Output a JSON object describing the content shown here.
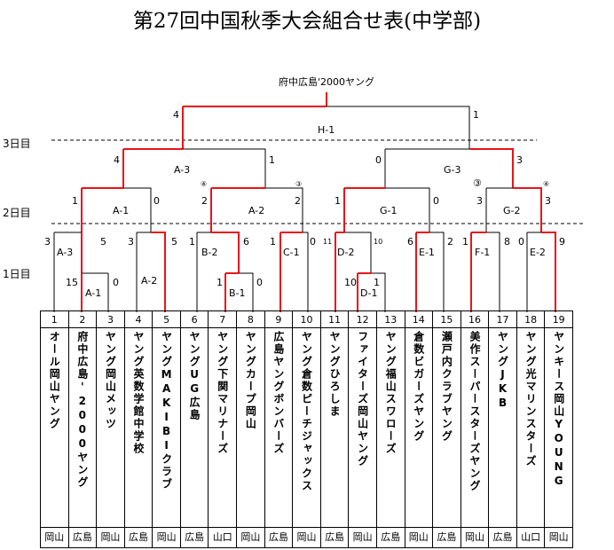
{
  "title": "第27回中国秋季大会組合せ表(中学部)",
  "champion": "府中広島'2000ヤング",
  "day_labels": [
    "3日目",
    "2日目",
    "1日目"
  ],
  "matches": {
    "H1": {
      "label": "H-1",
      "left": "4",
      "right": "1"
    },
    "A3top": {
      "label": "A-3",
      "left": "4",
      "right": "1"
    },
    "G3": {
      "label": "G-3",
      "left": "0",
      "right": "3"
    },
    "A1": {
      "label": "A-1",
      "left": "1",
      "right": "0"
    },
    "A2": {
      "label": "A-2",
      "left": "2",
      "right": "2",
      "left_mark": "④",
      "right_mark": "③"
    },
    "G1": {
      "label": "G-1",
      "left": "1",
      "right": "0"
    },
    "G2": {
      "label": "G-2",
      "left": "3",
      "right": "3",
      "left_mark": "③",
      "right_mark": "④"
    },
    "A3": {
      "label": "A-3",
      "left": "3",
      "right": "5"
    },
    "A1r1": {
      "label": "A-1",
      "left": "15",
      "right": "0"
    },
    "A2r1": {
      "label": "A-2",
      "left": "3",
      "right": "5"
    },
    "B2": {
      "label": "B-2",
      "left": "1",
      "right": "6"
    },
    "B1": {
      "label": "B-1",
      "left": "1",
      "right": "0"
    },
    "C1": {
      "label": "C-1",
      "left": "1",
      "right": "0"
    },
    "D2": {
      "label": "D-2",
      "left": "11",
      "right": "10"
    },
    "D1": {
      "label": "D-1",
      "left": "10",
      "right": "1"
    },
    "E1": {
      "label": "E-1",
      "left": "6",
      "right": "2"
    },
    "F1": {
      "label": "F-1",
      "left": "1",
      "right": "8"
    },
    "E2": {
      "label": "E-2",
      "left": "0",
      "right": "9"
    }
  },
  "teams": [
    {
      "no": "1",
      "name": "オール岡山ヤング",
      "pref": "岡山"
    },
    {
      "no": "2",
      "name": "府中広島'2000ヤング",
      "pref": "広島"
    },
    {
      "no": "3",
      "name": "ヤング岡山メッツ",
      "pref": "岡山"
    },
    {
      "no": "4",
      "name": "ヤング英数学館中学校",
      "pref": "広島"
    },
    {
      "no": "5",
      "name": "ヤングMAKIBIクラブ",
      "pref": "岡山"
    },
    {
      "no": "6",
      "name": "ヤングUG広島",
      "pref": "広島"
    },
    {
      "no": "7",
      "name": "ヤング下関マリナーズ",
      "pref": "山口"
    },
    {
      "no": "8",
      "name": "ヤングカープ岡山",
      "pref": "岡山"
    },
    {
      "no": "9",
      "name": "広島ヤングボンバーズ",
      "pref": "広島"
    },
    {
      "no": "10",
      "name": "ヤング倉数ピーチジャックス",
      "pref": "岡山"
    },
    {
      "no": "11",
      "name": "ヤングひろしま",
      "pref": "広島"
    },
    {
      "no": "12",
      "name": "ファイターズ岡山ヤング",
      "pref": "岡山"
    },
    {
      "no": "13",
      "name": "ヤング福山スワローズ",
      "pref": "広島"
    },
    {
      "no": "14",
      "name": "倉数ビガーズヤング",
      "pref": "岡山"
    },
    {
      "no": "15",
      "name": "瀬戸内クラブヤング",
      "pref": "広島"
    },
    {
      "no": "16",
      "name": "美作スーパースターズヤング",
      "pref": "岡山"
    },
    {
      "no": "17",
      "name": "ヤングJKB",
      "pref": "広島"
    },
    {
      "no": "18",
      "name": "ヤング光マリンスターズ",
      "pref": "山口"
    },
    {
      "no": "19",
      "name": "ヤンキース岡山YOUNG",
      "pref": "岡山"
    }
  ],
  "colors": {
    "win": "#e8141a",
    "line": "#000000"
  }
}
